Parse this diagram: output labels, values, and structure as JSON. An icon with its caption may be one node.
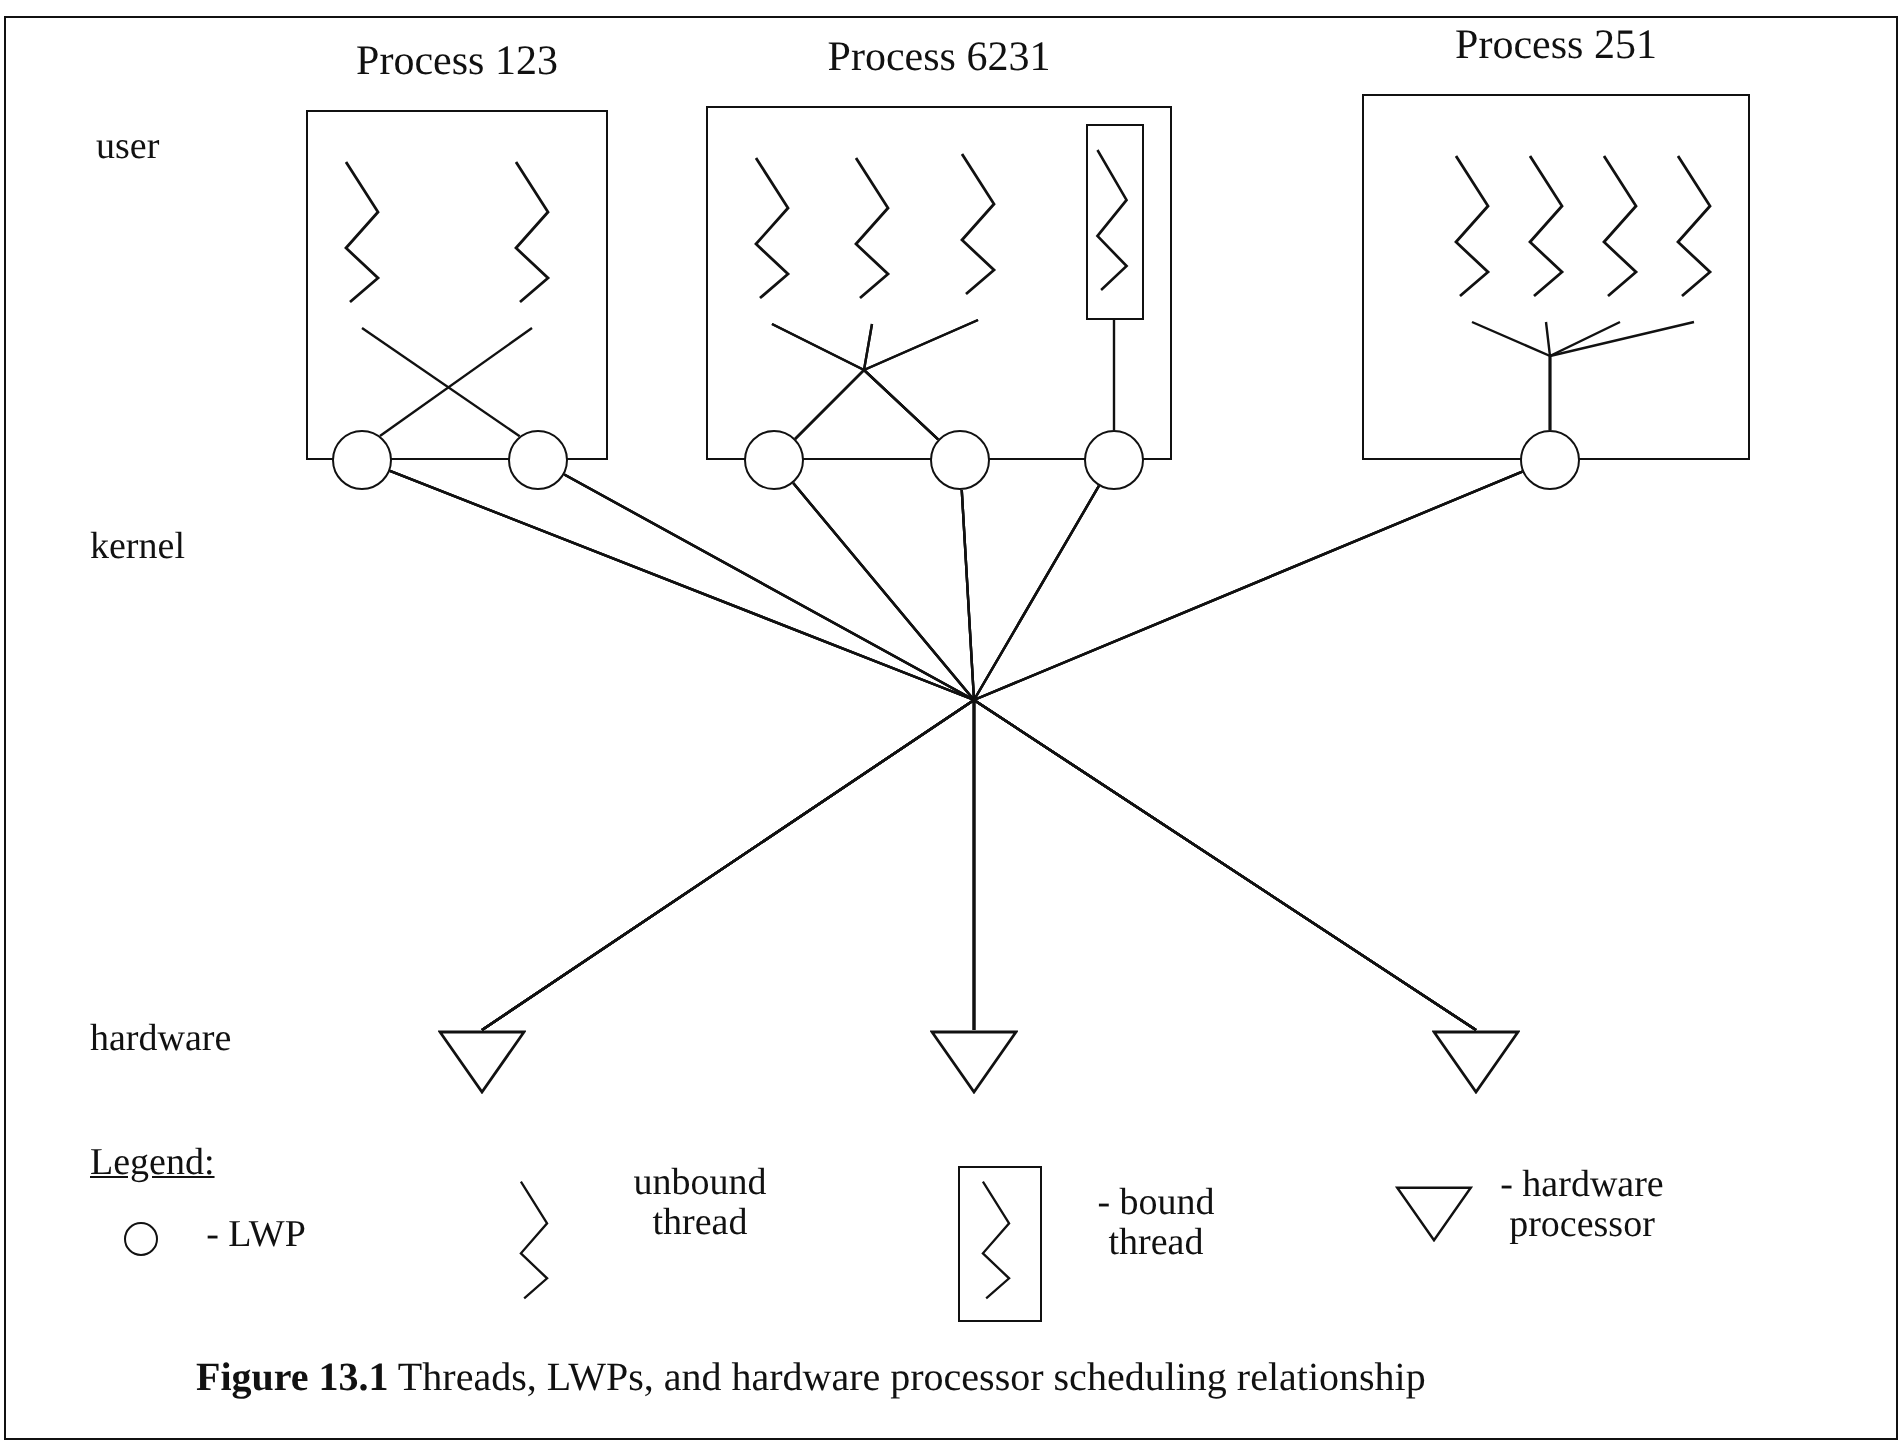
{
  "diagram": {
    "caption": "**Figure 13.1** Threads, LWPs, and hardware processor scheduling relationship",
    "nodes": [
      {
        "text": [
          "Process 123"
        ]
      },
      {
        "text": [],
        "shape": "zigzag",
        "in": 0
      },
      {
        "text": [],
        "shape": "zigzag",
        "in": 0
      },
      {
        "text": [
          "Process 6231"
        ]
      },
      {
        "text": [],
        "shape": "zigzag",
        "in": 3
      },
      {
        "text": [],
        "shape": "zigzag",
        "in": 3
      },
      {
        "text": [],
        "shape": "zigzag",
        "in": 3
      },
      {
        "text": [],
        "shape": "box",
        "in": 3
      },
      {
        "text": [],
        "shape": "zigzag",
        "in": 7
      },
      {
        "text": [
          "Process 251"
        ]
      },
      {
        "text": [],
        "shape": "zigzag",
        "in": 9
      },
      {
        "text": [],
        "shape": "zigzag",
        "in": 9
      },
      {
        "text": [],
        "shape": "zigzag",
        "in": 9
      },
      {
        "text": [],
        "shape": "zigzag",
        "in": 9
      },
      {
        "text": [],
        "shape": "circle"
      },
      {
        "text": [],
        "shape": "circle"
      },
      {
        "text": [],
        "shape": "circle"
      },
      {
        "text": [],
        "shape": "circle"
      },
      {
        "text": [],
        "shape": "circle"
      },
      {
        "text": [],
        "shape": "circle"
      },
      {
        "text": [],
        "shape": "triangle"
      },
      {
        "text": [],
        "shape": "triangle"
      },
      {
        "text": [],
        "shape": "triangle"
      }
    ],
    "edges": [
      {
        "from": 1,
        "to": 15,
        "arrow": "none"
      },
      {
        "from": 2,
        "to": 14,
        "arrow": "none"
      },
      {
        "from": 4,
        "to": 16,
        "arrow": "none"
      },
      {
        "from": 4,
        "to": 17,
        "arrow": "none"
      },
      {
        "from": 5,
        "to": 16,
        "arrow": "none"
      },
      {
        "from": 5,
        "to": 17,
        "arrow": "none"
      },
      {
        "from": 6,
        "to": 16,
        "arrow": "none"
      },
      {
        "from": 6,
        "to": 17,
        "arrow": "none"
      },
      {
        "from": 8,
        "to": 18,
        "arrow": "none"
      },
      {
        "from": 10,
        "to": 19,
        "arrow": "none"
      },
      {
        "from": 11,
        "to": 19,
        "arrow": "none"
      },
      {
        "from": 12,
        "to": 19,
        "arrow": "none"
      },
      {
        "from": 13,
        "to": 19,
        "arrow": "none"
      },
      {
        "from": 14,
        "to": 20,
        "arrow": "none"
      },
      {
        "from": 14,
        "to": 21,
        "arrow": "none"
      },
      {
        "from": 14,
        "to": 22,
        "arrow": "none"
      },
      {
        "from": 15,
        "to": 20,
        "arrow": "none"
      },
      {
        "from": 15,
        "to": 21,
        "arrow": "none"
      },
      {
        "from": 15,
        "to": 22,
        "arrow": "none"
      },
      {
        "from": 16,
        "to": 20,
        "arrow": "none"
      },
      {
        "from": 16,
        "to": 21,
        "arrow": "none"
      },
      {
        "from": 16,
        "to": 22,
        "arrow": "none"
      },
      {
        "from": 17,
        "to": 20,
        "arrow": "none"
      },
      {
        "from": 17,
        "to": 21,
        "arrow": "none"
      },
      {
        "from": 17,
        "to": 22,
        "arrow": "none"
      },
      {
        "from": 18,
        "to": 20,
        "arrow": "none"
      },
      {
        "from": 18,
        "to": 21,
        "arrow": "none"
      },
      {
        "from": 18,
        "to": 22,
        "arrow": "none"
      },
      {
        "from": 19,
        "to": 20,
        "arrow": "none"
      },
      {
        "from": 19,
        "to": 21,
        "arrow": "none"
      },
      {
        "from": 19,
        "to": 22,
        "arrow": "none"
      }
    ],
    "labels": [
      "user",
      "kernel",
      "hardware",
      "Legend:"
    ],
    "legend": [
      {
        "text": "- LWP"
      },
      {
        "text": "unbound thread"
      },
      {
        "text": "- bound thread"
      },
      {
        "text": "- hardware processor"
      }
    ]
  }
}
